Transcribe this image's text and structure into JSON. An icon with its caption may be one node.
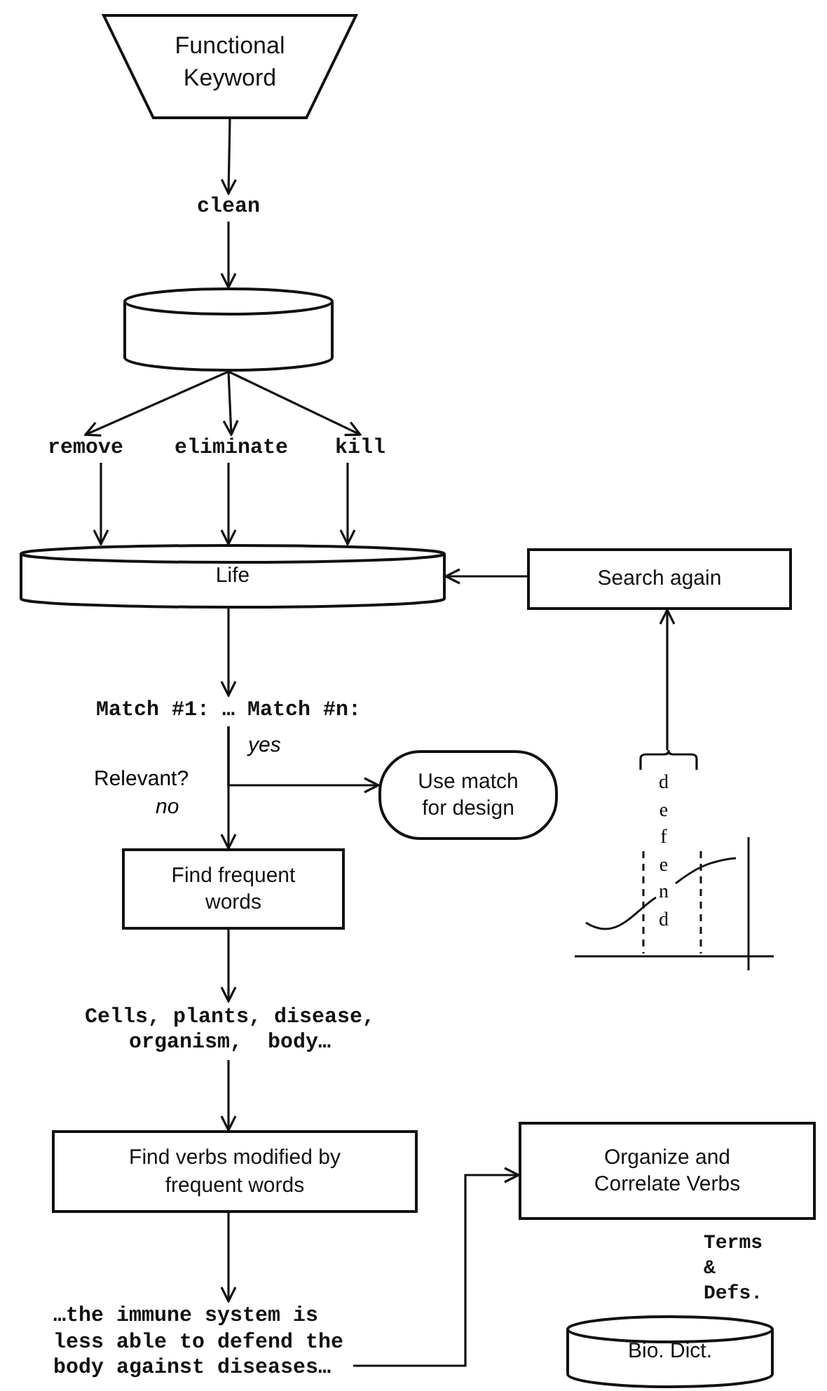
{
  "diagram": {
    "nodes": [
      {
        "text": [
          "Functional Keyword"
        ]
      },
      {
        "text": [
          "clean"
        ]
      },
      {
        "text": [],
        "shape": "cylinder"
      },
      {
        "text": [
          "remove"
        ]
      },
      {
        "text": [
          "eliminate"
        ]
      },
      {
        "text": [
          "kill"
        ]
      },
      {
        "text": [
          "Life"
        ]
      },
      {
        "text": [
          "Search again"
        ]
      },
      {
        "text": [
          "Match #1: … Match #n:"
        ]
      },
      {
        "text": [
          "Use match for design"
        ]
      },
      {
        "text": [
          "Find frequent words"
        ]
      },
      {
        "text": [
          "defend"
        ]
      },
      {
        "text": [
          "Cells, plants, disease, organism,  body…"
        ]
      },
      {
        "text": [
          "Find verbs modified by frequent words"
        ]
      },
      {
        "text": [
          "…the immune system is less able to **defend** the **body against diseases…**"
        ]
      },
      {
        "text": [
          "Organize and Correlate Verbs"
        ]
      },
      {
        "text": [
          "Bio. Dict."
        ]
      }
    ],
    "edges": [
      {
        "from": 0,
        "to": 1,
        "arrow": "to"
      },
      {
        "from": 1,
        "to": 2,
        "arrow": "to"
      },
      {
        "from": 2,
        "to": 3,
        "arrow": "to"
      },
      {
        "from": 2,
        "to": 4,
        "arrow": "to"
      },
      {
        "from": 2,
        "to": 5,
        "arrow": "to"
      },
      {
        "from": 3,
        "to": 6,
        "arrow": "to"
      },
      {
        "from": 4,
        "to": 6,
        "arrow": "to"
      },
      {
        "from": 5,
        "to": 6,
        "arrow": "to"
      },
      {
        "from": 7,
        "to": 6,
        "arrow": "to"
      },
      {
        "from": 6,
        "to": 8,
        "arrow": "to"
      },
      {
        "from": 8,
        "to": 9,
        "arrow": "to",
        "label": "yes"
      },
      {
        "from": 8,
        "to": 10,
        "arrow": "to",
        "label": "no"
      },
      {
        "from": 11,
        "to": 7,
        "arrow": "to"
      },
      {
        "from": 10,
        "to": 12,
        "arrow": "to"
      },
      {
        "from": 12,
        "to": 13,
        "arrow": "to"
      },
      {
        "from": 13,
        "to": 14,
        "arrow": "to"
      },
      {
        "from": 14,
        "to": 15,
        "arrow": "to"
      }
    ],
    "labels": [
      "Relevant?",
      "Terms & Defs."
    ]
  }
}
